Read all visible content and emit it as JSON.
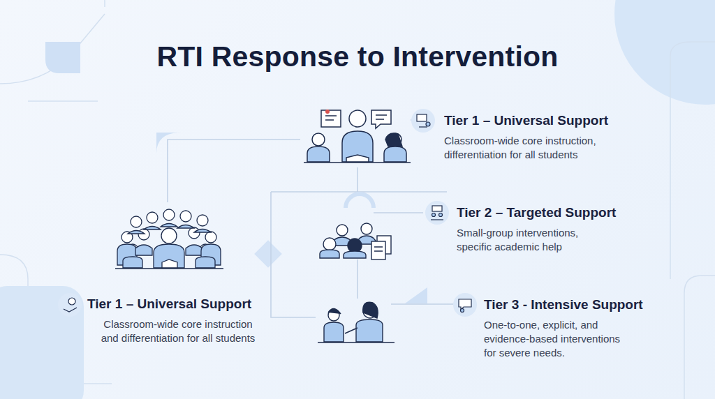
{
  "diagram": {
    "title": "RTI Response to Intervention",
    "nodes": [
      {
        "text": [
          "Tier 1 – Universal Support",
          "Classroom-wide core instruction, differentiation for all students"
        ]
      },
      {
        "text": [
          "Tier 2 – Targeted Support",
          "Small-group interventions, specific academic help"
        ]
      },
      {
        "text": [
          "Tier 1 – Universal Support",
          "Classroom-wide core instruction and differentiation for all students"
        ]
      },
      {
        "text": [
          "Tier 3 - Intensive Support",
          "One-to-one, explicit, and evidence-based interventions for severe needs."
        ]
      }
    ]
  }
}
